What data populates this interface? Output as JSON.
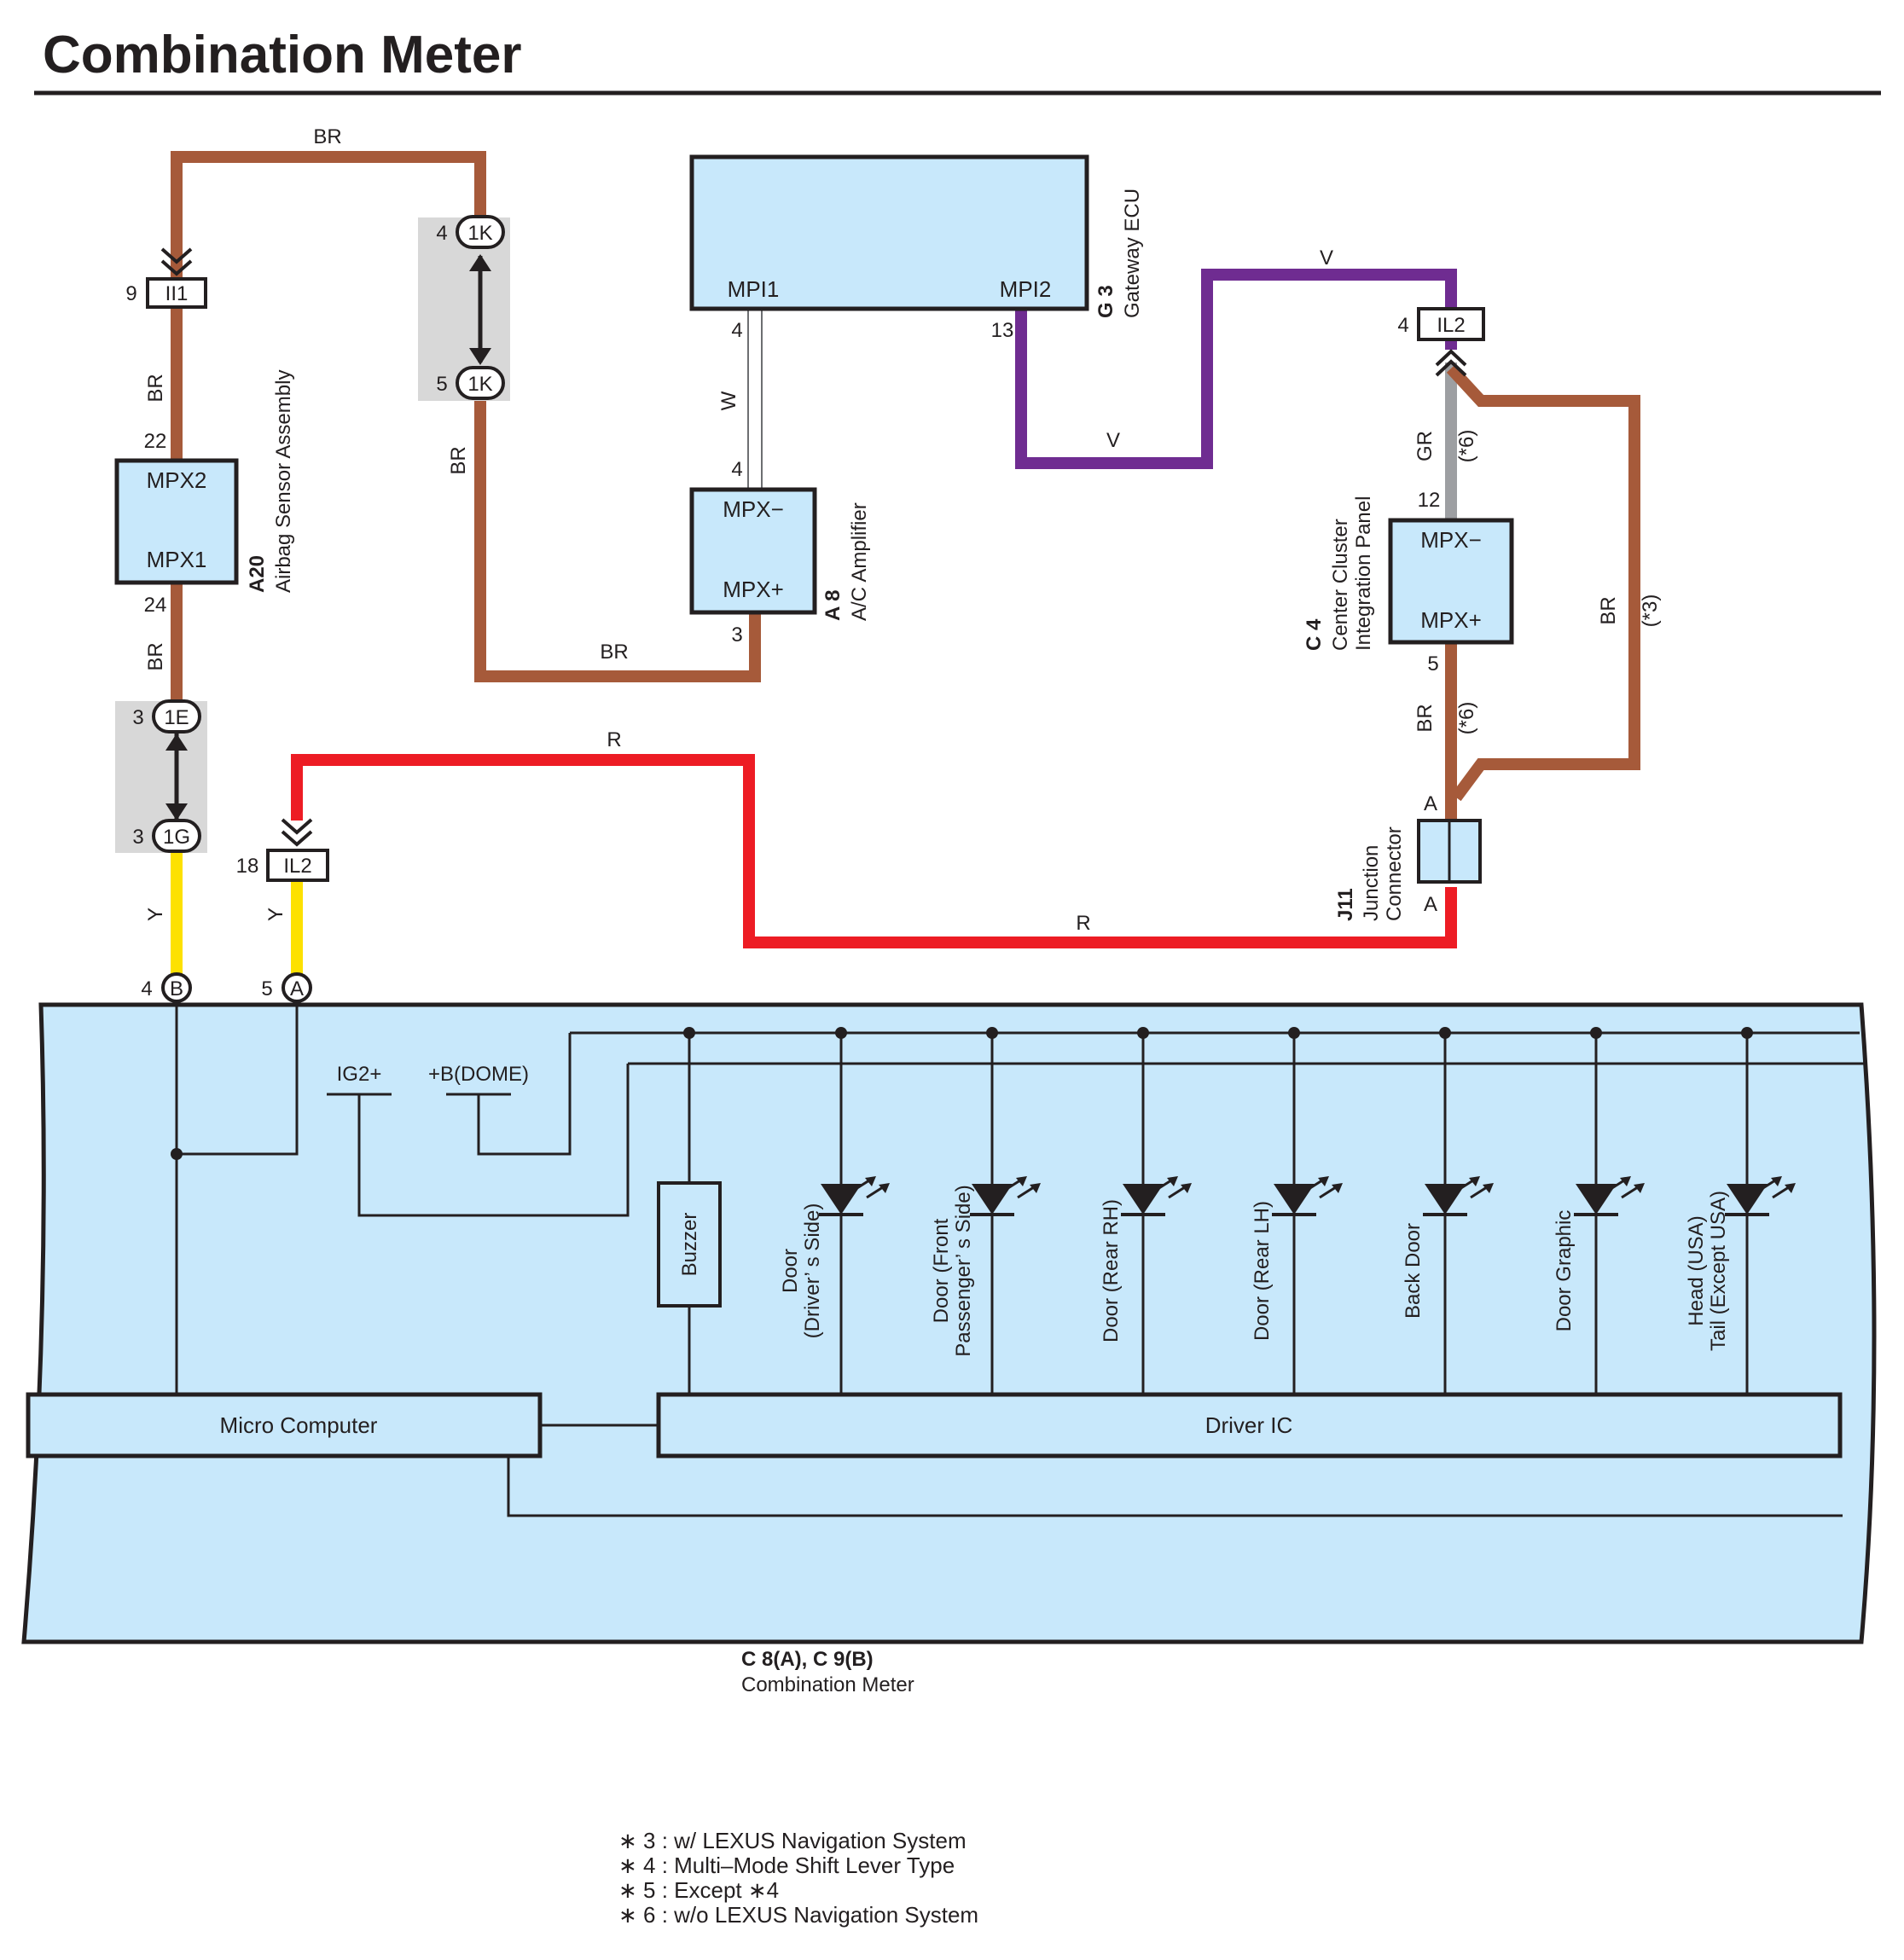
{
  "title": "Combination Meter",
  "colors": {
    "BR": "#a65a3a",
    "V": "#6f2c91",
    "R": "#ed1c24",
    "Y": "#fde100",
    "GR": "#9d9fa2",
    "W": "#ffffff",
    "component_fill": "#c8e8fb",
    "connector_shade": "#d8d8d8"
  },
  "wire_labels": {
    "br_top": "BR",
    "br_a20_upper": "BR",
    "br_a20_lower": "BR",
    "br_1k": "BR",
    "br_bottom": "BR",
    "w_gateway": "W",
    "v_top": "V",
    "v_low": "V",
    "gr": "GR",
    "gr_note": "(*6)",
    "br_c4": "BR",
    "br_c4_note": "(*6)",
    "br_right": "BR",
    "br_right_note": "(*3)",
    "r_top": "R",
    "r_bottom": "R",
    "y_left": "Y",
    "y_right": "Y"
  },
  "connectors": {
    "ii1": {
      "name": "II1",
      "pin": "9"
    },
    "k1_top": {
      "name": "1K",
      "pin": "4"
    },
    "k1_bottom": {
      "name": "1K",
      "pin": "5"
    },
    "e1": {
      "name": "1E",
      "pin": "3"
    },
    "g1": {
      "name": "1G",
      "pin": "3"
    },
    "il2_left": {
      "name": "IL2",
      "pin": "18"
    },
    "il2_right": {
      "name": "IL2",
      "pin": "4"
    },
    "meter_b": {
      "name": "B",
      "pin": "4"
    },
    "meter_a": {
      "name": "A",
      "pin": "5"
    }
  },
  "components": {
    "a20": {
      "code": "A20",
      "name": "Airbag Sensor Assembly",
      "term_top": "MPX2",
      "term_bottom": "MPX1",
      "pin_top": "22",
      "pin_bottom": "24"
    },
    "gateway": {
      "code": "G 3",
      "name": "Gateway ECU",
      "term_left": "MPI1",
      "term_right": "MPI2",
      "pin_left": "4",
      "pin_right": "13"
    },
    "ac_amp": {
      "code": "A 8",
      "name": "A/C Amplifier",
      "term_top": "MPX−",
      "term_bottom": "MPX+",
      "pin_top": "4",
      "pin_bottom": "3"
    },
    "c4": {
      "code": "C 4",
      "name_line1": "Center Cluster",
      "name_line2": "Integration Panel",
      "term_top": "MPX−",
      "term_bottom": "MPX+",
      "pin_top": "12",
      "pin_bottom": "5"
    },
    "j11": {
      "code": "J11",
      "name_line1": "Junction",
      "name_line2": "Connector",
      "pin_top": "A",
      "pin_bottom": "A"
    },
    "meter": {
      "code": "C 8(A), C 9(B)",
      "name": "Combination Meter",
      "ig2": "IG2+",
      "bdome": "+B(DOME)",
      "buzzer": "Buzzer",
      "micro": "Micro Computer",
      "driver": "Driver IC",
      "lamps": [
        {
          "line1": "Door",
          "line2": "(Driver’ s Side)"
        },
        {
          "line1": "Door (Front",
          "line2": "Passenger’ s Side)"
        },
        {
          "line1": "Door (Rear RH)",
          "line2": ""
        },
        {
          "line1": "Door (Rear LH)",
          "line2": ""
        },
        {
          "line1": "Back Door",
          "line2": ""
        },
        {
          "line1": "Door Graphic",
          "line2": ""
        },
        {
          "line1": "Head (USA)",
          "line2": "Tail (Except USA)"
        }
      ]
    }
  },
  "notes": [
    "∗ 3 : w/ LEXUS Navigation System",
    "∗ 4 : Multi–Mode Shift Lever Type",
    "∗ 5 : Except ∗4",
    "∗ 6 : w/o LEXUS Navigation System"
  ]
}
